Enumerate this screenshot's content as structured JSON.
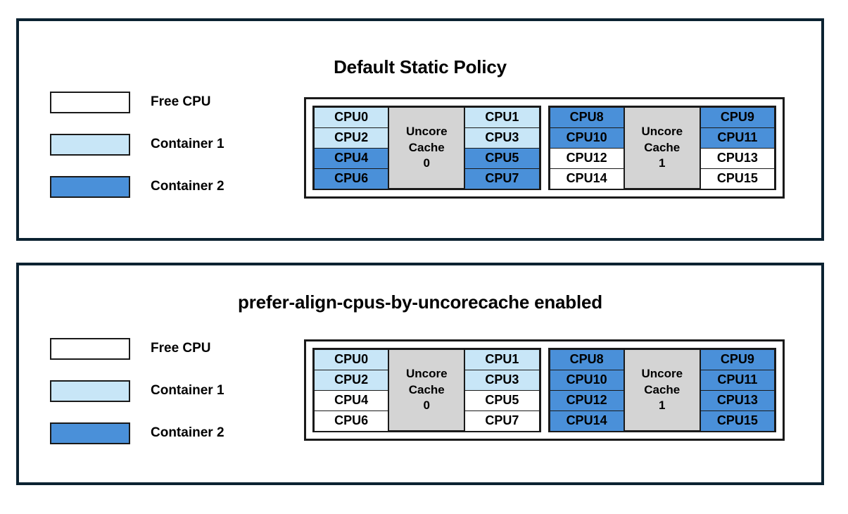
{
  "colors": {
    "free_cpu": "#FFFFFF",
    "container_1": "#C8E6F7",
    "container_2": "#4A90D9",
    "cache": "#D4D4D4",
    "panel_border": "#0B2231",
    "cell_border": "#1A1A1A"
  },
  "panels": [
    {
      "id": "default-static-policy",
      "title": "Default Static Policy",
      "legend": [
        {
          "label": "Free CPU",
          "color": "#FFFFFF"
        },
        {
          "label": "Container 1",
          "color": "#C8E6F7"
        },
        {
          "label": "Container 2",
          "color": "#4A90D9"
        }
      ],
      "sockets": [
        {
          "cache_label_line1": "Uncore",
          "cache_label_line2": "Cache",
          "cache_label_line3": "0",
          "left_column": [
            {
              "label": "CPU0",
              "color": "#C8E6F7"
            },
            {
              "label": "CPU2",
              "color": "#C8E6F7"
            },
            {
              "label": "CPU4",
              "color": "#4A90D9"
            },
            {
              "label": "CPU6",
              "color": "#4A90D9"
            }
          ],
          "right_column": [
            {
              "label": "CPU1",
              "color": "#C8E6F7"
            },
            {
              "label": "CPU3",
              "color": "#C8E6F7"
            },
            {
              "label": "CPU5",
              "color": "#4A90D9"
            },
            {
              "label": "CPU7",
              "color": "#4A90D9"
            }
          ]
        },
        {
          "cache_label_line1": "Uncore",
          "cache_label_line2": "Cache",
          "cache_label_line3": "1",
          "left_column": [
            {
              "label": "CPU8",
              "color": "#4A90D9"
            },
            {
              "label": "CPU10",
              "color": "#4A90D9"
            },
            {
              "label": "CPU12",
              "color": "#FFFFFF"
            },
            {
              "label": "CPU14",
              "color": "#FFFFFF"
            }
          ],
          "right_column": [
            {
              "label": "CPU9",
              "color": "#4A90D9"
            },
            {
              "label": "CPU11",
              "color": "#4A90D9"
            },
            {
              "label": "CPU13",
              "color": "#FFFFFF"
            },
            {
              "label": "CPU15",
              "color": "#FFFFFF"
            }
          ]
        }
      ]
    },
    {
      "id": "prefer-align-cpus-by-uncorecache-enabled",
      "title": "prefer-align-cpus-by-uncorecache enabled",
      "legend": [
        {
          "label": "Free CPU",
          "color": "#FFFFFF"
        },
        {
          "label": "Container 1",
          "color": "#C8E6F7"
        },
        {
          "label": "Container 2",
          "color": "#4A90D9"
        }
      ],
      "sockets": [
        {
          "cache_label_line1": "Uncore",
          "cache_label_line2": "Cache",
          "cache_label_line3": "0",
          "left_column": [
            {
              "label": "CPU0",
              "color": "#C8E6F7"
            },
            {
              "label": "CPU2",
              "color": "#C8E6F7"
            },
            {
              "label": "CPU4",
              "color": "#FFFFFF"
            },
            {
              "label": "CPU6",
              "color": "#FFFFFF"
            }
          ],
          "right_column": [
            {
              "label": "CPU1",
              "color": "#C8E6F7"
            },
            {
              "label": "CPU3",
              "color": "#C8E6F7"
            },
            {
              "label": "CPU5",
              "color": "#FFFFFF"
            },
            {
              "label": "CPU7",
              "color": "#FFFFFF"
            }
          ]
        },
        {
          "cache_label_line1": "Uncore",
          "cache_label_line2": "Cache",
          "cache_label_line3": "1",
          "left_column": [
            {
              "label": "CPU8",
              "color": "#4A90D9"
            },
            {
              "label": "CPU10",
              "color": "#4A90D9"
            },
            {
              "label": "CPU12",
              "color": "#4A90D9"
            },
            {
              "label": "CPU14",
              "color": "#4A90D9"
            }
          ],
          "right_column": [
            {
              "label": "CPU9",
              "color": "#4A90D9"
            },
            {
              "label": "CPU11",
              "color": "#4A90D9"
            },
            {
              "label": "CPU13",
              "color": "#4A90D9"
            },
            {
              "label": "CPU15",
              "color": "#4A90D9"
            }
          ]
        }
      ]
    }
  ]
}
